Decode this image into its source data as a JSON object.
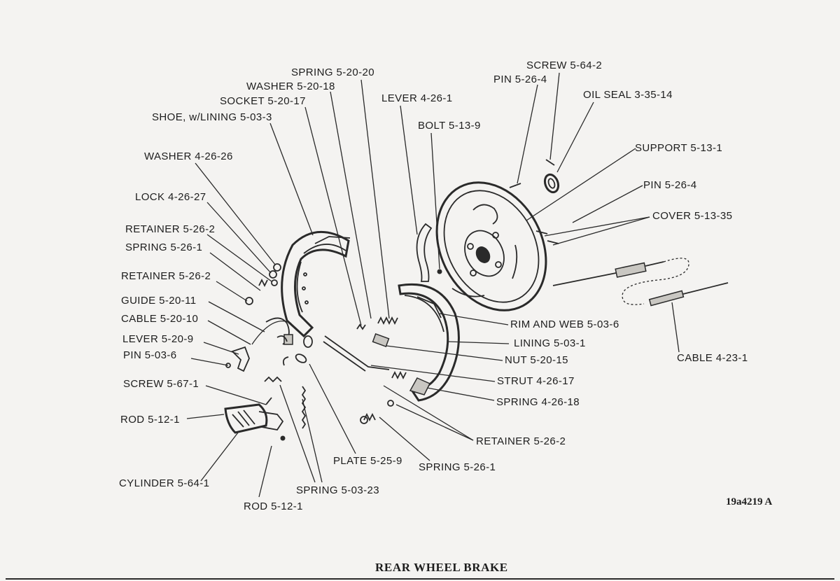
{
  "diagram": {
    "title": "REAR WHEEL BRAKE",
    "figure_id": "19a4219 A",
    "labels": [
      {
        "id": "screw-5-64-2",
        "text": "SCREW 5-64-2"
      },
      {
        "id": "pin-5-26-4-top",
        "text": "PIN 5-26-4"
      },
      {
        "id": "oil-seal",
        "text": "OIL SEAL 3-35-14"
      },
      {
        "id": "spring-5-20-20",
        "text": "SPRING 5-20-20"
      },
      {
        "id": "washer-5-20-18",
        "text": "WASHER 5-20-18"
      },
      {
        "id": "lever-4-26-1",
        "text": "LEVER 4-26-1"
      },
      {
        "id": "socket-5-20-17",
        "text": "SOCKET 5-20-17"
      },
      {
        "id": "shoe-w-lining",
        "text": "SHOE, w/LINING 5-03-3"
      },
      {
        "id": "bolt-5-13-9",
        "text": "BOLT 5-13-9"
      },
      {
        "id": "support-5-13-1",
        "text": "SUPPORT 5-13-1"
      },
      {
        "id": "washer-4-26-26",
        "text": "WASHER 4-26-26"
      },
      {
        "id": "pin-5-26-4-right",
        "text": "PIN 5-26-4"
      },
      {
        "id": "lock-4-26-27",
        "text": "LOCK 4-26-27"
      },
      {
        "id": "cover-5-13-35",
        "text": "COVER 5-13-35"
      },
      {
        "id": "retainer-5-26-2-a",
        "text": "RETAINER 5-26-2"
      },
      {
        "id": "spring-5-26-1-a",
        "text": "SPRING 5-26-1"
      },
      {
        "id": "retainer-5-26-2-b",
        "text": "RETAINER 5-26-2"
      },
      {
        "id": "guide-5-20-11",
        "text": "GUIDE 5-20-11"
      },
      {
        "id": "cable-5-20-10",
        "text": "CABLE 5-20-10"
      },
      {
        "id": "rim-and-web",
        "text": "RIM AND WEB 5-03-6"
      },
      {
        "id": "lever-5-20-9",
        "text": "LEVER 5-20-9"
      },
      {
        "id": "lining-5-03-1",
        "text": "LINING 5-03-1"
      },
      {
        "id": "pin-5-03-6",
        "text": "PIN 5-03-6"
      },
      {
        "id": "nut-5-20-15",
        "text": "NUT 5-20-15"
      },
      {
        "id": "cable-4-23-1",
        "text": "CABLE 4-23-1"
      },
      {
        "id": "strut-4-26-17",
        "text": "STRUT 4-26-17"
      },
      {
        "id": "screw-5-67-1",
        "text": "SCREW 5-67-1"
      },
      {
        "id": "spring-4-26-18",
        "text": "SPRING 4-26-18"
      },
      {
        "id": "rod-5-12-1-left",
        "text": "ROD 5-12-1"
      },
      {
        "id": "retainer-5-26-2-c",
        "text": "RETAINER 5-26-2"
      },
      {
        "id": "plate-5-25-9",
        "text": "PLATE 5-25-9"
      },
      {
        "id": "spring-5-26-1-b",
        "text": "SPRING 5-26-1"
      },
      {
        "id": "cylinder-5-64-1",
        "text": "CYLINDER 5-64-1"
      },
      {
        "id": "spring-5-03-23",
        "text": "SPRING 5-03-23"
      },
      {
        "id": "rod-5-12-1-bottom",
        "text": "ROD 5-12-1"
      }
    ]
  }
}
